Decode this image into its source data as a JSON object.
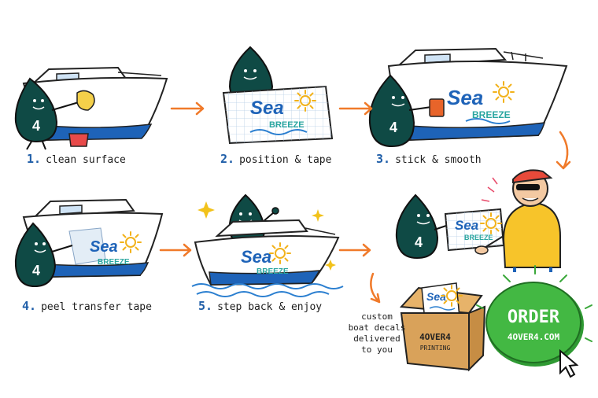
{
  "steps": [
    {
      "num": "1.",
      "text": "clean surface"
    },
    {
      "num": "2.",
      "text": "position & tape"
    },
    {
      "num": "3.",
      "text": "stick & smooth"
    },
    {
      "num": "4.",
      "text": "peel transfer tape"
    },
    {
      "num": "5.",
      "text": "step back & enjoy"
    }
  ],
  "mascot_number": "4",
  "decal": {
    "word1": "Sea",
    "word2": "BREEZE"
  },
  "box_label": {
    "line1": "4OVER4",
    "line2": "PRINTING"
  },
  "caption": [
    "custom",
    "boat decals",
    "delivered",
    "to you"
  ],
  "order": {
    "title": "ORDER",
    "url": "4OVER4.COM"
  },
  "colors": {
    "mascot": "#0f4a45",
    "hull_stripe": "#1e63b8",
    "arrow": "#f07a2a",
    "order_button": "#3aa83a",
    "step_number": "#1f5ea8"
  }
}
